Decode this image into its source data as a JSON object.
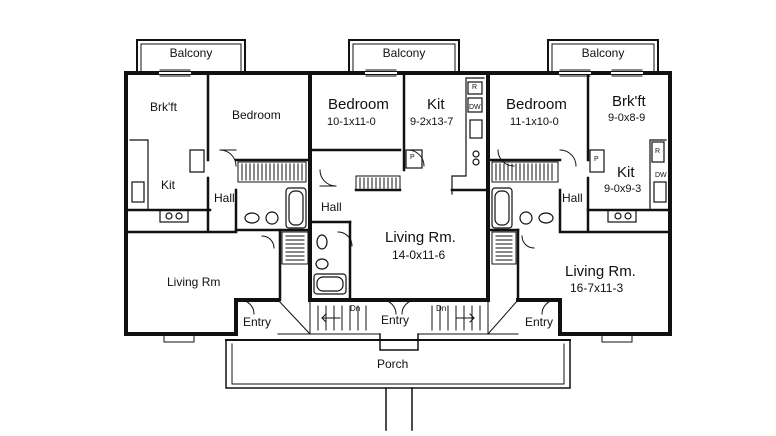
{
  "plan": {
    "balconies": [
      "Balcony",
      "Balcony",
      "Balcony"
    ],
    "unit_left": {
      "brkft": "Brk'ft",
      "bedroom": "Bedroom",
      "kit": "Kit",
      "hall": "Hall",
      "living": "Living Rm",
      "entry": "Entry"
    },
    "unit_center": {
      "bedroom": "Bedroom",
      "bedroom_dim": "10-1x11-0",
      "kit": "Kit",
      "kit_dim": "9-2x13-7",
      "hall": "Hall",
      "living": "Living Rm.",
      "living_dim": "14-0x11-6",
      "entry": "Entry"
    },
    "unit_right": {
      "bedroom": "Bedroom",
      "bedroom_dim": "11-1x10-0",
      "brkft": "Brk'ft",
      "brkft_dim": "9-0x8-9",
      "kit": "Kit",
      "kit_dim": "9-0x9-3",
      "hall": "Hall",
      "living": "Living Rm.",
      "living_dim": "16-7x11-3",
      "entry": "Entry"
    },
    "porch": "Porch",
    "stair_down": [
      "Dn",
      "Dn"
    ],
    "appliance_tags": {
      "dw_center": "DW",
      "r_center": "R",
      "p_center": "P",
      "dw_right": "DW",
      "r_right": "R",
      "p_right": "P"
    }
  }
}
